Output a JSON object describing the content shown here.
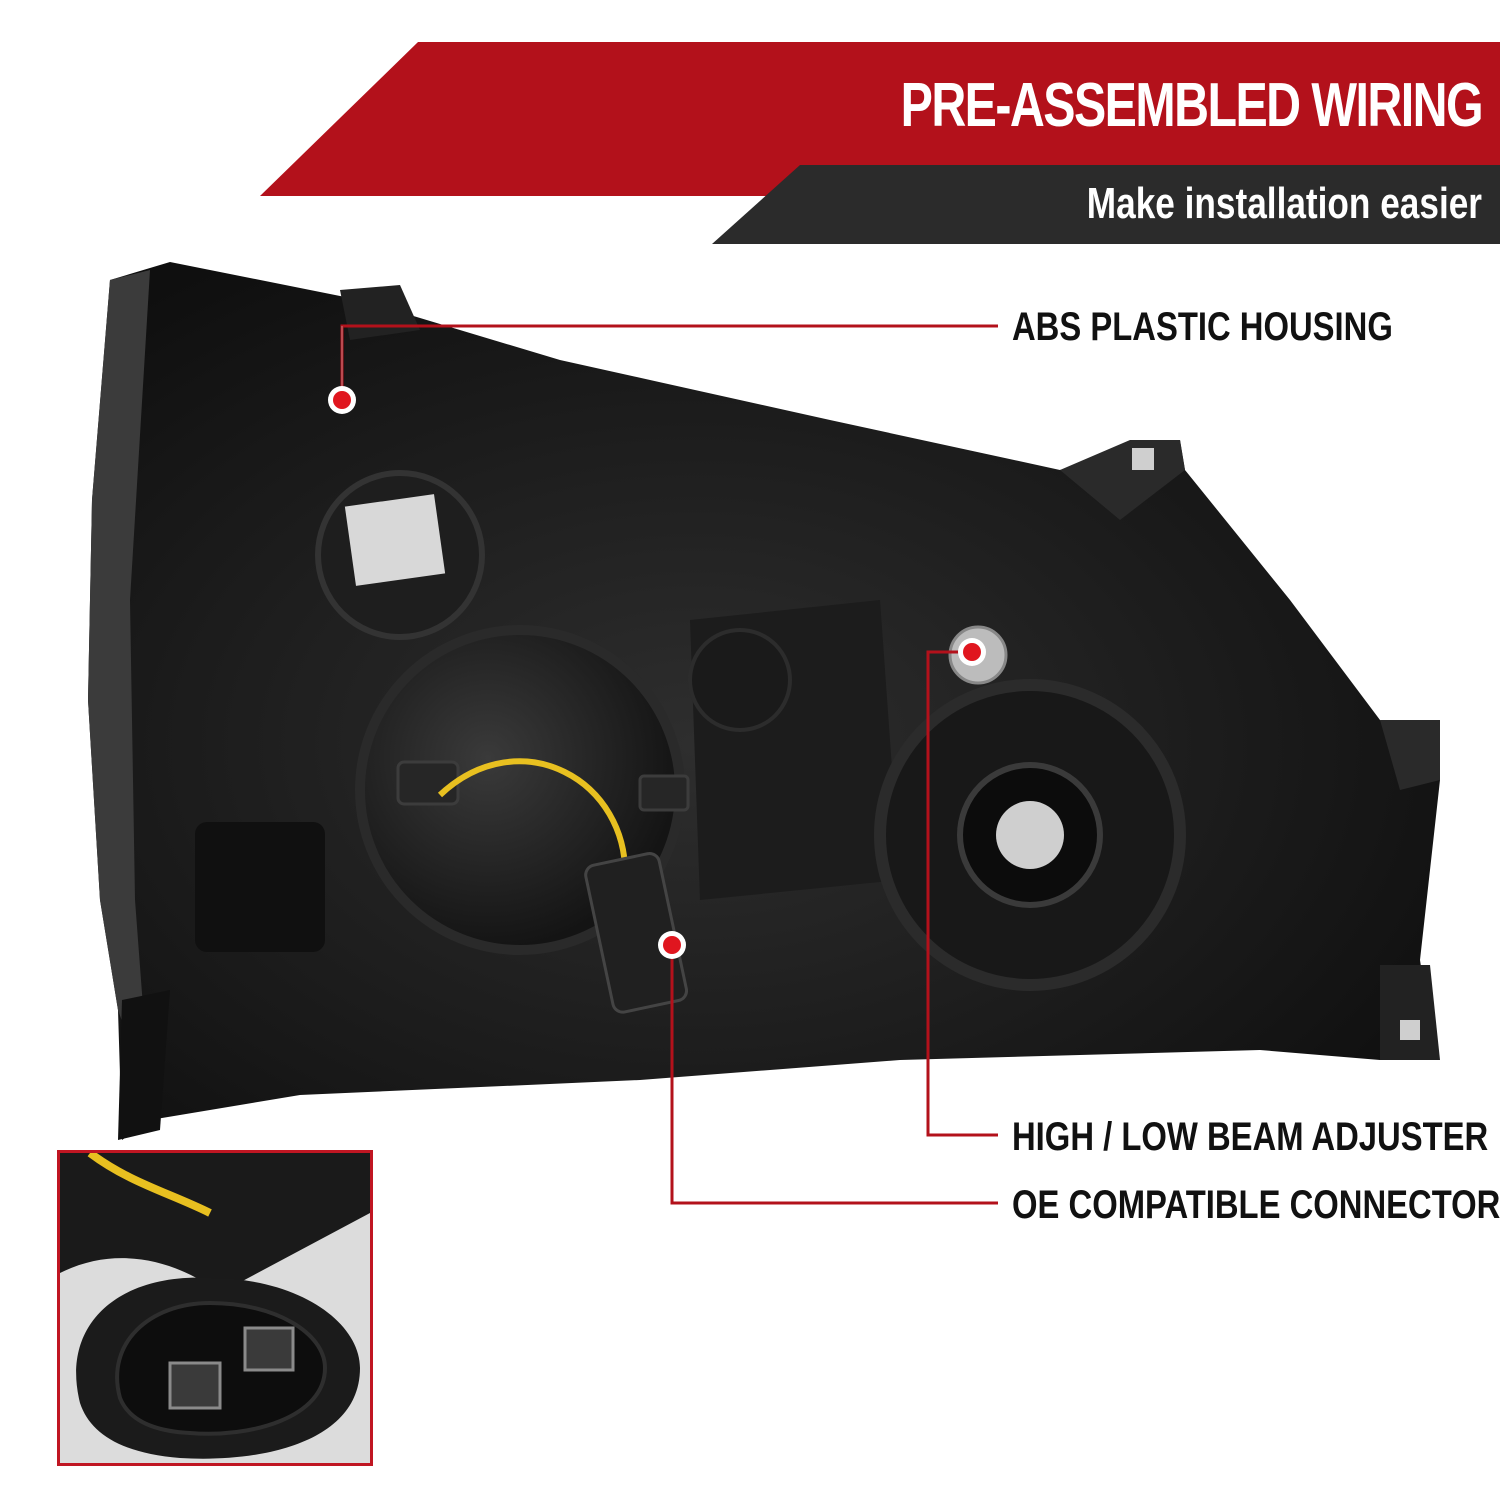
{
  "header": {
    "title": "PRE-ASSEMBLED WIRING",
    "subtitle": "Make installation easier"
  },
  "callouts": [
    {
      "label": "ABS PLASTIC HOUSING"
    },
    {
      "label": "HIGH / LOW BEAM ADJUSTER"
    },
    {
      "label": "OE COMPATIBLE CONNECTOR"
    }
  ],
  "colors": {
    "banner_red": "#b3111b",
    "banner_dark": "#2b2b2b",
    "callout_line": "#b3111b",
    "marker": "#e0161f",
    "housing": "#1a1a1a",
    "wire": "#e8c020"
  },
  "icons": {
    "product": "headlight-housing-rear",
    "inset": "connector-closeup"
  }
}
